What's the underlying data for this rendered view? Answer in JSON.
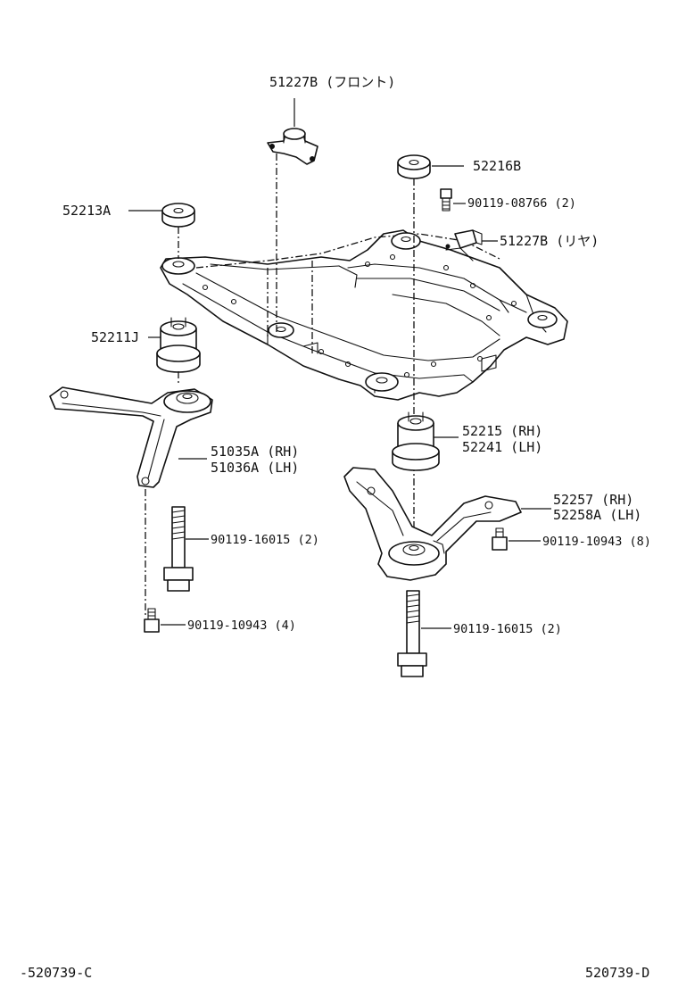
{
  "parts": {
    "p51227B_front": "51227B (フロント)",
    "p52216B": "52216B",
    "p52213A": "52213A",
    "p90119_08766": "90119-08766 (2)",
    "p51227B_rear": "51227B (リヤ)",
    "p52211J": "52211J",
    "p52215": "52215 (RH)",
    "p52241": "52241 (LH)",
    "p51035A": "51035A (RH)",
    "p51036A": "51036A (LH)",
    "p52257": "52257  (RH)",
    "p52258A": "52258A (LH)",
    "p90119_16015_left": "90119-16015 (2)",
    "p90119_10943_right": "90119-10943 (8)",
    "p90119_10943_left": "90119-10943 (4)",
    "p90119_16015_right": "90119-16015 (2)"
  },
  "footer": {
    "left_code": "-520739-C",
    "right_code": "520739-D"
  }
}
